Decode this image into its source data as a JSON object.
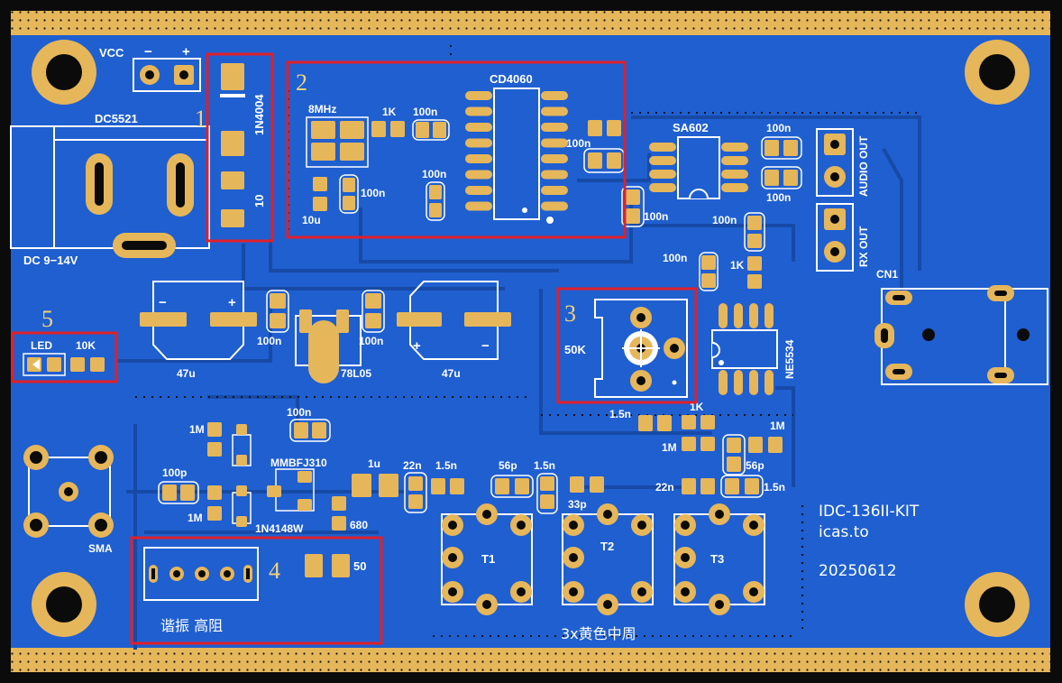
{
  "board": {
    "title": "IDC-136II-KIT",
    "site": "icas.to",
    "date": "20250612",
    "colors": {
      "board": "#1f5fd0",
      "trace": "#174aa6",
      "copper": "#e6b65a",
      "silk": "#ffffff",
      "highlight": "#e0202a"
    }
  },
  "labels": {
    "vcc": "VCC",
    "minus": "−",
    "plus": "+",
    "dc5521": "DC5521",
    "dc_range": "DC  9−14V",
    "d1": "1N4004",
    "c10": "10",
    "xtal": "8MHz",
    "r1k_a": "1K",
    "c100n_a": "100n",
    "cd4060": "CD4060",
    "c100n_b": "100n",
    "c10u": "10u",
    "c100n_c": "100n",
    "c100n_d": "100n",
    "sa602": "SA602",
    "c100n_e": "100n",
    "c100n_f": "100n",
    "c100n_g": "100n",
    "c100n_h": "100n",
    "audio_out": "AUDIO OUT",
    "rx_out": "RX OUT",
    "c100n_i": "100n",
    "r1k_b": "1K",
    "cn1": "CN1",
    "cap47u_a": "47u",
    "cap47u_b": "47u",
    "c100n_j": "100n",
    "c100n_k": "100n",
    "reg": "78L05",
    "led": "LED",
    "r10k": "10K",
    "pot": "50K",
    "ne5534": "NE5534",
    "r1k_c": "1K",
    "c1_5n_a": "1.5n",
    "r1m_a": "1M",
    "r1m_b": "1M",
    "c56p_a": "56p",
    "r1m_c": "1M",
    "r1m_d": "1M",
    "c100p": "100p",
    "c100n_l": "100n",
    "jfet": "MMBFJ310",
    "c1u": "1u",
    "c22n_a": "22n",
    "c1_5n_b": "1.5n",
    "c56p_b": "56p",
    "c1_5n_c": "1.5n",
    "c33p": "33p",
    "c22n_b": "22n",
    "c1_5n_d": "1.5n",
    "diode2": "1N4148W",
    "r680": "680",
    "sma": "SMA",
    "t1": "T1",
    "t2": "T2",
    "t3": "T3",
    "ifts": "3x黄色中周",
    "r50": "50",
    "mode": "谐振  高阻"
  },
  "sections": [
    {
      "id": "1",
      "label": "1"
    },
    {
      "id": "2",
      "label": "2"
    },
    {
      "id": "3",
      "label": "3"
    },
    {
      "id": "4",
      "label": "4"
    },
    {
      "id": "5",
      "label": "5"
    }
  ]
}
